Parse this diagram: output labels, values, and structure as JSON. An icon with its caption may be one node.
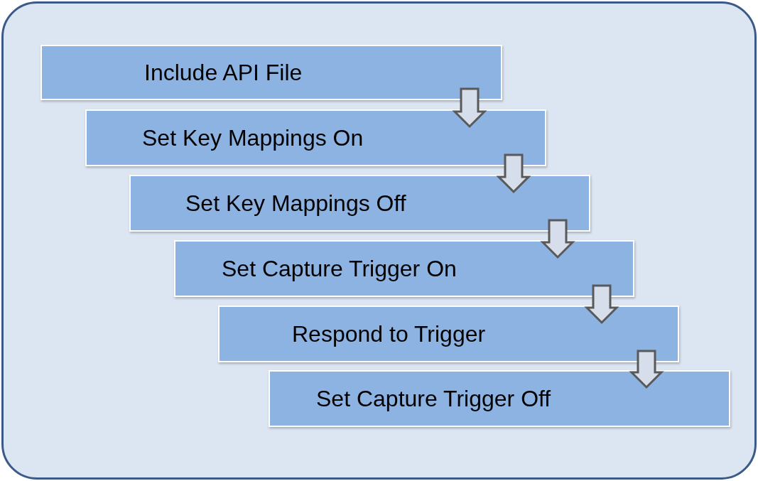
{
  "diagram": {
    "nodes": [
      {
        "text": [
          "Include API File"
        ]
      },
      {
        "text": [
          "Set Key Mappings On"
        ]
      },
      {
        "text": [
          "Set Key Mappings Off"
        ]
      },
      {
        "text": [
          "Set Capture Trigger On"
        ]
      },
      {
        "text": [
          "Respond to Trigger"
        ]
      },
      {
        "text": [
          "Set Capture Trigger Off"
        ]
      }
    ],
    "edges": [
      {
        "from": 0,
        "to": 1,
        "arrow": "to"
      },
      {
        "from": 1,
        "to": 2,
        "arrow": "to"
      },
      {
        "from": 2,
        "to": 3,
        "arrow": "to"
      },
      {
        "from": 3,
        "to": 4,
        "arrow": "to"
      },
      {
        "from": 4,
        "to": 5,
        "arrow": "to"
      }
    ]
  }
}
